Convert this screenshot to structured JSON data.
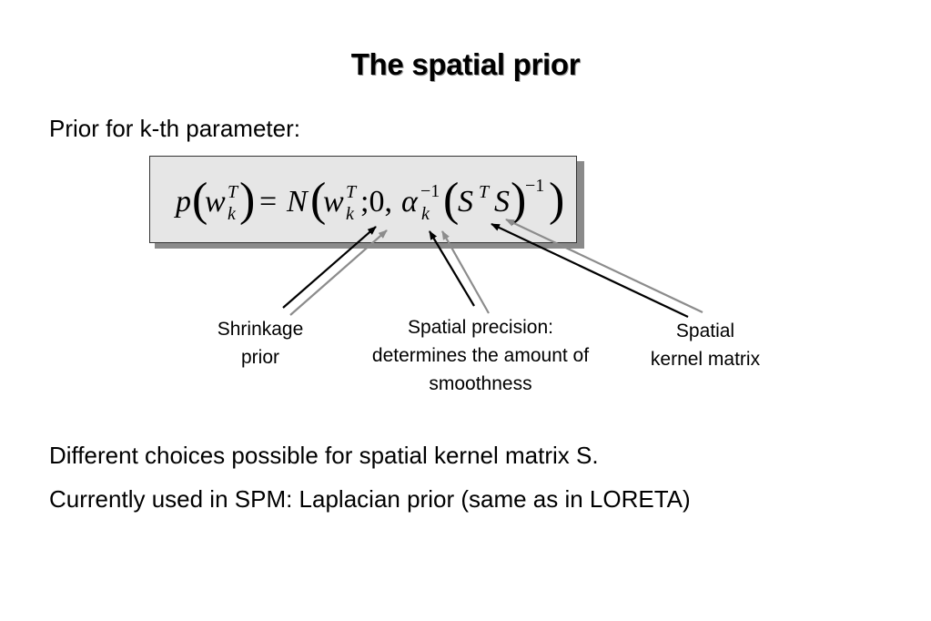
{
  "title": "The spatial prior",
  "intro": "Prior for k-th parameter:",
  "formula": {
    "p": "p",
    "w": "w",
    "sup_T": "T",
    "sub_k": "k",
    "eq": "=",
    "N": "N",
    "args": ";0,",
    "alpha": "α",
    "inv": "−1",
    "S": "S"
  },
  "annotations": {
    "shrinkage": {
      "line1": "Shrinkage",
      "line2": "prior"
    },
    "precision": {
      "line1": "Spatial precision:",
      "line2": "determines the amount of",
      "line3": "smoothness"
    },
    "kernel": {
      "line1": "Spatial",
      "line2": "kernel matrix"
    }
  },
  "body": [
    "Different choices possible for spatial kernel matrix S.",
    "Currently used in SPM: Laplacian prior (same as in LORETA)"
  ],
  "colors": {
    "arrow_black": "#000000",
    "arrow_gray": "#8c8c8c",
    "box_fill": "#e6e6e6",
    "box_shadow": "#8a8a8a"
  }
}
